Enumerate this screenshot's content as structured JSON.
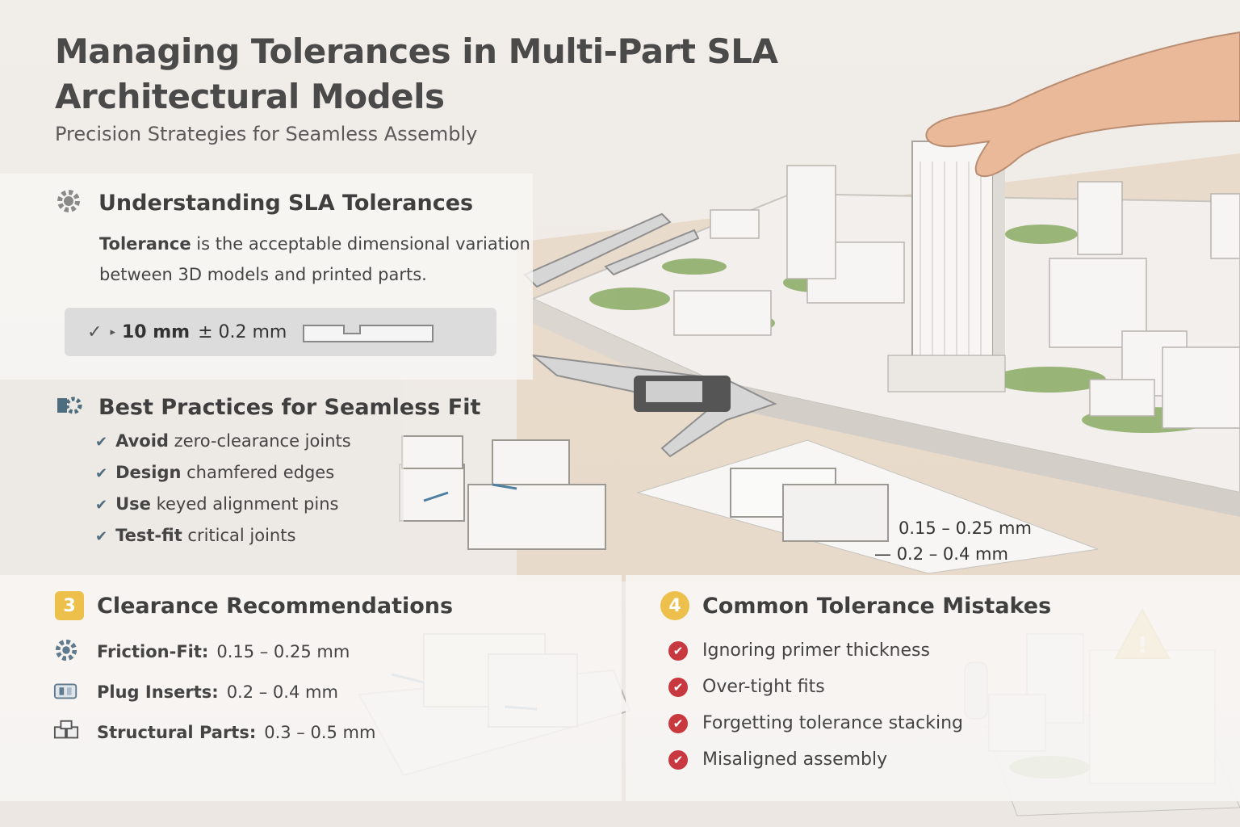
{
  "header": {
    "title": "Managing Tolerances in Multi-Part SLA Architectural Models",
    "subtitle": "Precision Strategies for Seamless Assembly"
  },
  "understanding": {
    "heading": "Understanding SLA Tolerances",
    "term": "Tolerance",
    "description": " is the acceptable dimensional variation between 3D models and printed parts.",
    "check_symbol": "✓",
    "arrow_symbol": "▸",
    "dimension": "10 mm",
    "tolerance": "± 0.2 mm"
  },
  "best_practices": {
    "heading": "Best Practices for Seamless Fit",
    "items": [
      {
        "bold": "Avoid",
        "rest": " zero-clearance joints"
      },
      {
        "bold": "Design",
        "rest": " chamfered edges"
      },
      {
        "bold": "Use",
        "rest": " keyed alignment pins"
      },
      {
        "bold": "Test-fit",
        "rest": " critical joints"
      }
    ]
  },
  "diagram_labels": {
    "range_1": "0.15 – 0.25 mm",
    "range_2": "0.2 – 0.4 mm"
  },
  "clearance": {
    "badge": "3",
    "heading": "Clearance Recommendations",
    "rows": [
      {
        "icon": "gear-icon",
        "label": "Friction-Fit:",
        "value": "0.15 – 0.25 mm"
      },
      {
        "icon": "plug-icon",
        "label": "Plug Inserts:",
        "value": "0.2 – 0.4 mm"
      },
      {
        "icon": "blocks-icon",
        "label": "Structural Parts:",
        "value": "0.3 – 0.5 mm"
      }
    ]
  },
  "mistakes": {
    "badge": "4",
    "heading": "Common Tolerance Mistakes",
    "items": [
      "Ignoring primer thickness",
      "Over-tight fits",
      "Forgetting tolerance stacking",
      "Misaligned assembly"
    ]
  },
  "colors": {
    "accent_yellow": "#ecc04a",
    "check_red": "#c8383f",
    "arrow_blue": "#4e7ea0",
    "tree_green": "#7fa05a"
  }
}
